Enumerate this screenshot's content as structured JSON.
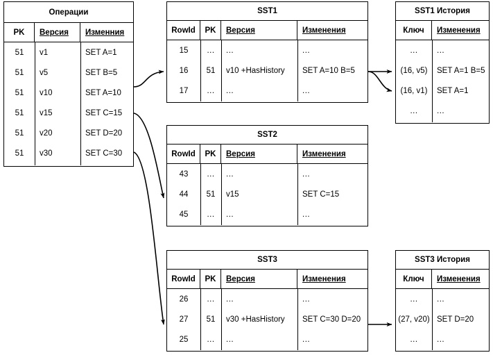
{
  "diagram": {
    "title": "SST history diagram",
    "stroke_color": "#000000",
    "background_color": "#ffffff"
  },
  "operations_table": {
    "title": "Операции",
    "columns": [
      "PK",
      "Версия",
      "Изменния"
    ],
    "column_underlined": [
      false,
      true,
      true
    ],
    "rows": [
      {
        "pk": "51",
        "version": "v1",
        "changes": "SET A=1"
      },
      {
        "pk": "51",
        "version": "v5",
        "changes": "SET B=5"
      },
      {
        "pk": "51",
        "version": "v10",
        "changes": "SET A=10"
      },
      {
        "pk": "51",
        "version": "v15",
        "changes": "SET C=15"
      },
      {
        "pk": "51",
        "version": "v20",
        "changes": "SET D=20"
      },
      {
        "pk": "51",
        "version": "v30",
        "changes": "SET C=30"
      }
    ]
  },
  "sst1_table": {
    "title": "SST1",
    "columns": [
      "RowId",
      "PK",
      "Версия",
      "Изменения"
    ],
    "column_underlined": [
      false,
      false,
      true,
      true
    ],
    "rows": [
      {
        "rowid": "15",
        "pk": "...",
        "version": "...",
        "changes": "..."
      },
      {
        "rowid": "16",
        "pk": "51",
        "version": "v10 +HasHistory",
        "changes": "SET A=10 B=5"
      },
      {
        "rowid": "17",
        "pk": "...",
        "version": "...",
        "changes": "..."
      }
    ]
  },
  "sst2_table": {
    "title": "SST2",
    "columns": [
      "RowId",
      "PK",
      "Версия",
      "Изменения"
    ],
    "column_underlined": [
      false,
      false,
      true,
      true
    ],
    "rows": [
      {
        "rowid": "43",
        "pk": "...",
        "version": "...",
        "changes": "..."
      },
      {
        "rowid": "44",
        "pk": "51",
        "version": "v15",
        "changes": "SET C=15"
      },
      {
        "rowid": "45",
        "pk": "...",
        "version": "...",
        "changes": "..."
      }
    ]
  },
  "sst3_table": {
    "title": "SST3",
    "columns": [
      "RowId",
      "PK",
      "Версия",
      "Изменения"
    ],
    "column_underlined": [
      false,
      false,
      true,
      true
    ],
    "rows": [
      {
        "rowid": "26",
        "pk": "...",
        "version": "...",
        "changes": "..."
      },
      {
        "rowid": "27",
        "pk": "51",
        "version": "v30 +HasHistory",
        "changes": "SET C=30 D=20"
      },
      {
        "rowid": "25",
        "pk": "...",
        "version": "...",
        "changes": "..."
      }
    ]
  },
  "sst1_history_table": {
    "title": "SST1 История",
    "columns": [
      "Ключ",
      "Изменения"
    ],
    "column_underlined": [
      false,
      true
    ],
    "rows": [
      {
        "key": "...",
        "changes": "..."
      },
      {
        "key": "(16, v5)",
        "changes": "SET A=1 B=5"
      },
      {
        "key": "(16, v1)",
        "changes": "SET A=1"
      },
      {
        "key": "...",
        "changes": "..."
      }
    ]
  },
  "sst3_history_table": {
    "title": "SST3 История",
    "columns": [
      "Ключ",
      "Изменения"
    ],
    "column_underlined": [
      false,
      true
    ],
    "rows": [
      {
        "key": "...",
        "changes": "..."
      },
      {
        "key": "(27, v20)",
        "changes": "SET D=20"
      },
      {
        "key": "...",
        "changes": "..."
      }
    ]
  },
  "connectors": [
    {
      "name": "operations-v10-to-sst1",
      "from": "Операции v10",
      "to": "SST1 row 16"
    },
    {
      "name": "operations-v15-to-sst2",
      "from": "Операции v15",
      "to": "SST2 row 44"
    },
    {
      "name": "operations-v30-to-sst3",
      "from": "Операции v30",
      "to": "SST3 row 27"
    },
    {
      "name": "sst1-to-sst1-history-v5",
      "from": "SST1 row 16",
      "to": "SST1 История (16, v5)"
    },
    {
      "name": "sst1-to-sst1-history-v1",
      "from": "SST1 row 16",
      "to": "SST1 История (16, v1)"
    },
    {
      "name": "sst3-to-sst3-history-v20",
      "from": "SST3 row 27",
      "to": "SST3 История (27, v20)"
    }
  ]
}
